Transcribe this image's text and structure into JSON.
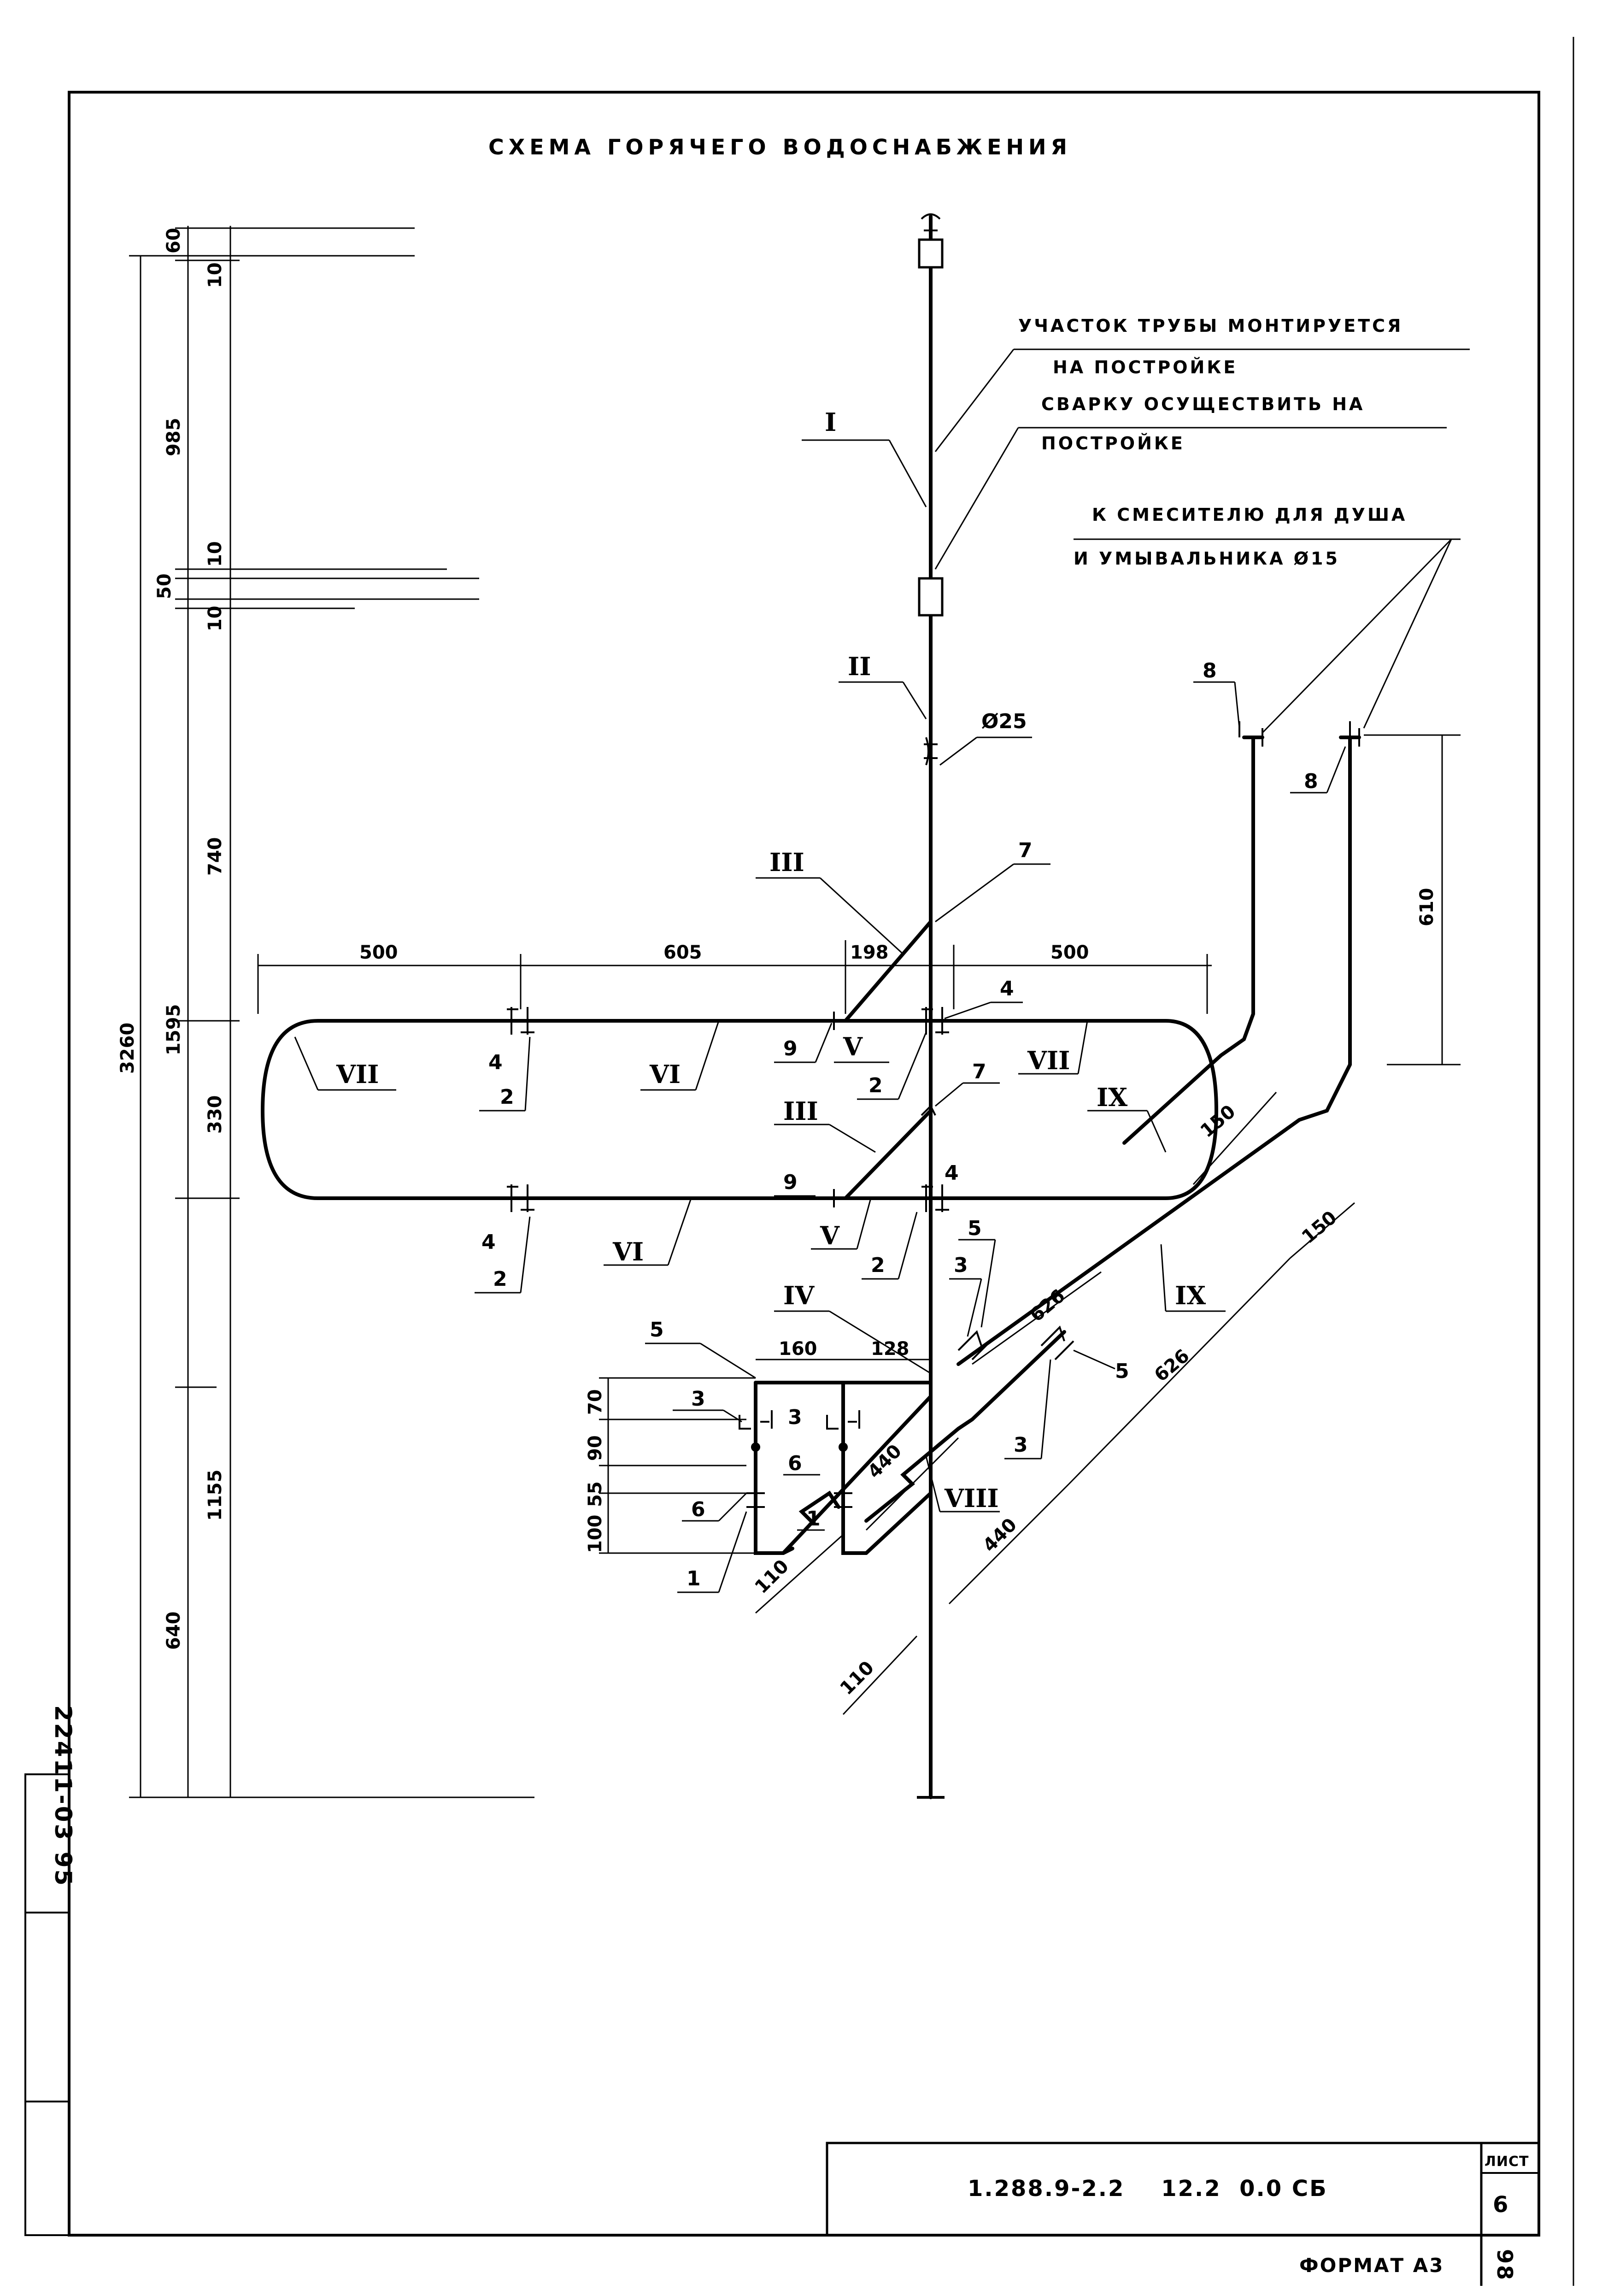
{
  "title": "СХЕМА ГОРЯЧЕГО ВОДОСНАБЖЕНИЯ",
  "notes": {
    "pipe_note_1": "УЧАСТОК ТРУБЫ МОНТИРУЕТСЯ",
    "pipe_note_2": "НА ПОСТРОЙКЕ",
    "weld_note_1": "СВАРКУ ОСУЩЕСТВИТЬ НА",
    "weld_note_2": "ПОСТРОЙКЕ",
    "mixer_note_1": "К СМЕСИТЕЛЮ ДЛЯ ДУША",
    "mixer_note_2": "И УМЫВАЛЬНИКА Ø15"
  },
  "diameter_label": "Ø25",
  "section_labels": {
    "s1": "I",
    "s2": "II",
    "s3a": "III",
    "s3b": "III",
    "s4": "IV",
    "s5a": "V",
    "s5b": "V",
    "s6a": "VI",
    "s6b": "VI",
    "s7a": "VII",
    "s7b": "VII",
    "s8": "VIII",
    "s9a": "IX",
    "s9b": "IX"
  },
  "position_labels": {
    "p1a": "1",
    "p1b": "1",
    "p2a": "2",
    "p2b": "2",
    "p2c": "2",
    "p2d": "2",
    "p3a": "3",
    "p3b": "3",
    "p3c": "3",
    "p3d": "3",
    "p4a": "4",
    "p4b": "4",
    "p4c": "4",
    "p4d": "4",
    "p5a": "5",
    "p5b": "5",
    "p5c": "5",
    "p6a": "6",
    "p6b": "6",
    "p7a": "7",
    "p7b": "7",
    "p8a": "8",
    "p8b": "8",
    "p9a": "9",
    "p9b": "9"
  },
  "dimensions": {
    "v3260": "3260",
    "v1595": "1595",
    "v330": "330",
    "v1155": "1155",
    "v640": "640",
    "v985": "985",
    "v740": "740",
    "v60": "60",
    "v10a": "10",
    "v50": "50",
    "v10b": "10",
    "v10c": "10",
    "v610": "610",
    "h500a": "500",
    "h605": "605",
    "h198": "198",
    "h500b": "500",
    "h160": "160",
    "h128": "128",
    "d150a": "150",
    "d150b": "150",
    "d626a": "626",
    "d626b": "626",
    "d440a": "440",
    "d440b": "440",
    "d110a": "110",
    "d110b": "110",
    "v100": "100",
    "v55": "55",
    "v90": "90",
    "v70": "70"
  },
  "title_block": {
    "doc_code": "1.288.9-2.2    12.2  0.0 СБ",
    "sheet_header": "ЛИСТ",
    "sheet_number": "6",
    "format": "ФОРМАТ А3",
    "corner_number": "98"
  },
  "side_stamp": "22411-03  95"
}
